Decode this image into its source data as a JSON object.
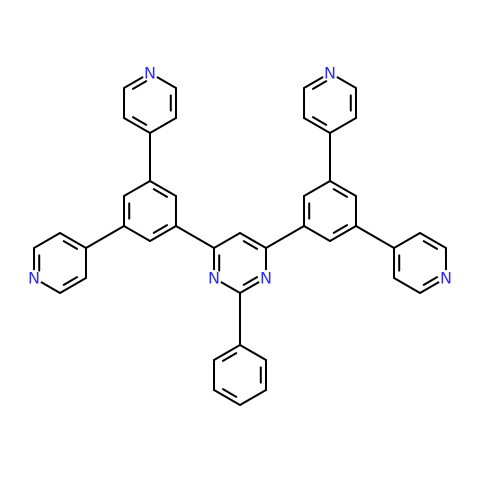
{
  "molecule": {
    "colors": {
      "bond": "#000000",
      "nitrogen": "#2d2df0",
      "background": "#ffffff"
    },
    "atoms": [
      {
        "id": "n_pyrL_top",
        "label": "N"
      },
      {
        "id": "n_pyrR_top",
        "label": "N"
      },
      {
        "id": "n_pyrL_side",
        "label": "N"
      },
      {
        "id": "n_pyrR_side",
        "label": "N"
      },
      {
        "id": "n_pym_left",
        "label": "N"
      },
      {
        "id": "n_pym_right",
        "label": "N"
      }
    ]
  }
}
